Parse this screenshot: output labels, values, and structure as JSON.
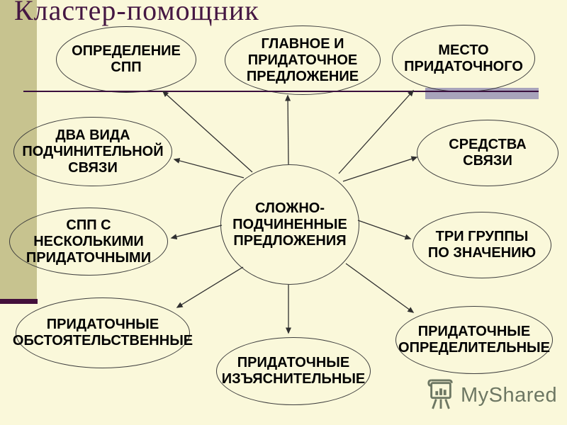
{
  "slide": {
    "title": "Кластер-помощник"
  },
  "colors": {
    "background": "#faf8da",
    "left_stripe": "#c7c38f",
    "stripe_accent_bar": "#430f3b",
    "divider_line": "#3a0f3e",
    "gray_accent_bar": "#a8a3bb",
    "node_border": "#3e3e3e",
    "node_text": "#000000",
    "title_text": "#451743",
    "watermark": "#4f5b4a"
  },
  "diagram": {
    "center_node": {
      "id": "center",
      "label": "СЛОЖНО-\nПОДЧИНЕННЫЕ\nПРЕДЛОЖЕНИЯ"
    },
    "nodes": [
      {
        "id": "opredelenie-spp",
        "label": "ОПРЕДЕЛЕНИЕ\nСПП"
      },
      {
        "id": "glavnoe-i-pridatochnoe-predlozhenie",
        "label": "ГЛАВНОЕ И\nПРИДАТОЧНОЕ\nПРЕДЛОЖЕНИЕ"
      },
      {
        "id": "mesto-pridatochnogo",
        "label": "МЕСТО\nПРИДАТОЧНОГО"
      },
      {
        "id": "dva-vida-podchinitelnoy-svyazi",
        "label": "ДВА ВИДА\nПОДЧИНИТЕЛЬНОЙ\nСВЯЗИ"
      },
      {
        "id": "sredstva-svyazi",
        "label": "СРЕДСТВА\nСВЯЗИ"
      },
      {
        "id": "spp-s-neskolkimi-pridatochnymi",
        "label": "СПП С НЕСКОЛЬКИМИ\nПРИДАТОЧНЫМИ"
      },
      {
        "id": "tri-gruppy-po-znacheniyu",
        "label": "ТРИ ГРУППЫ\nПО ЗНАЧЕНИЮ"
      },
      {
        "id": "pridatochnye-obstoyatelstvennye",
        "label": "ПРИДАТОЧНЫЕ\nОБСТОЯТЕЛЬСТВЕННЫЕ"
      },
      {
        "id": "pridatochnye-izyasnitelnye",
        "label": "ПРИДАТОЧНЫЕ\nИЗЪЯСНИТЕЛЬНЫЕ"
      },
      {
        "id": "pridatochnye-opredelitelnye",
        "label": "ПРИДАТОЧНЫЕ\nОПРЕДЕЛИТЕЛЬНЫЕ"
      }
    ],
    "edges": [
      {
        "from": "center",
        "to": "opredelenie-spp"
      },
      {
        "from": "center",
        "to": "glavnoe-i-pridatochnoe-predlozhenie"
      },
      {
        "from": "center",
        "to": "mesto-pridatochnogo"
      },
      {
        "from": "center",
        "to": "dva-vida-podchinitelnoy-svyazi"
      },
      {
        "from": "center",
        "to": "sredstva-svyazi"
      },
      {
        "from": "center",
        "to": "spp-s-neskolkimi-pridatochnymi"
      },
      {
        "from": "center",
        "to": "tri-gruppy-po-znacheniyu"
      },
      {
        "from": "center",
        "to": "pridatochnye-obstoyatelstvennye"
      },
      {
        "from": "center",
        "to": "pridatochnye-izyasnitelnye"
      },
      {
        "from": "center",
        "to": "pridatochnye-opredelitelnye"
      }
    ]
  },
  "watermark": {
    "label": "MyShared",
    "icon": "easel-chart-icon"
  }
}
